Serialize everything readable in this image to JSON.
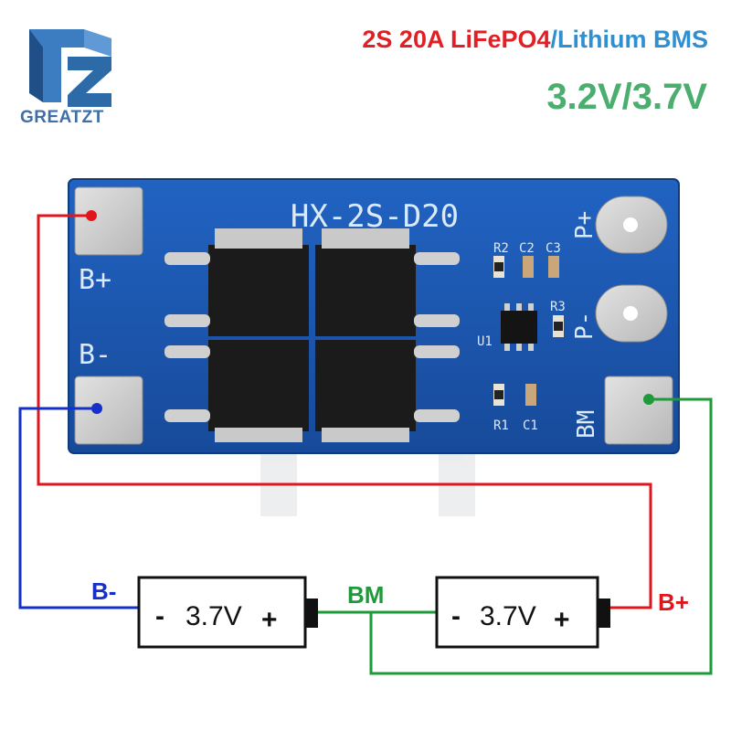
{
  "brand": {
    "name": "GREATZT",
    "logo_text": "TZ"
  },
  "title": {
    "part1": "2S 20A LiFePO4",
    "separator": "/",
    "part2": "Lithium BMS",
    "voltage": "3.2V/3.7V"
  },
  "colors": {
    "title_red": "#e11f24",
    "title_blue": "#2f8fd0",
    "voltage_green": "#4cae6e",
    "pcb_blue": "#1a56b0",
    "wire_red": "#e0161c",
    "wire_blue": "#1530c8",
    "wire_green": "#1e9a3a"
  },
  "pcb": {
    "model": "HX-2S-D20",
    "pad_labels": {
      "b_plus": "B+",
      "b_minus": "B-",
      "p_plus": "P+",
      "p_minus": "P-",
      "bm": "BM"
    },
    "component_labels": [
      "R2",
      "C2",
      "C3",
      "R3",
      "U1",
      "R1",
      "C1"
    ]
  },
  "wiring": {
    "b_minus_label": "B-",
    "bm_label": "BM",
    "b_plus_label": "B+"
  },
  "batteries": [
    {
      "minus": "-",
      "voltage": "3.7V",
      "plus": "+"
    },
    {
      "minus": "-",
      "voltage": "3.7V",
      "plus": "+"
    }
  ]
}
